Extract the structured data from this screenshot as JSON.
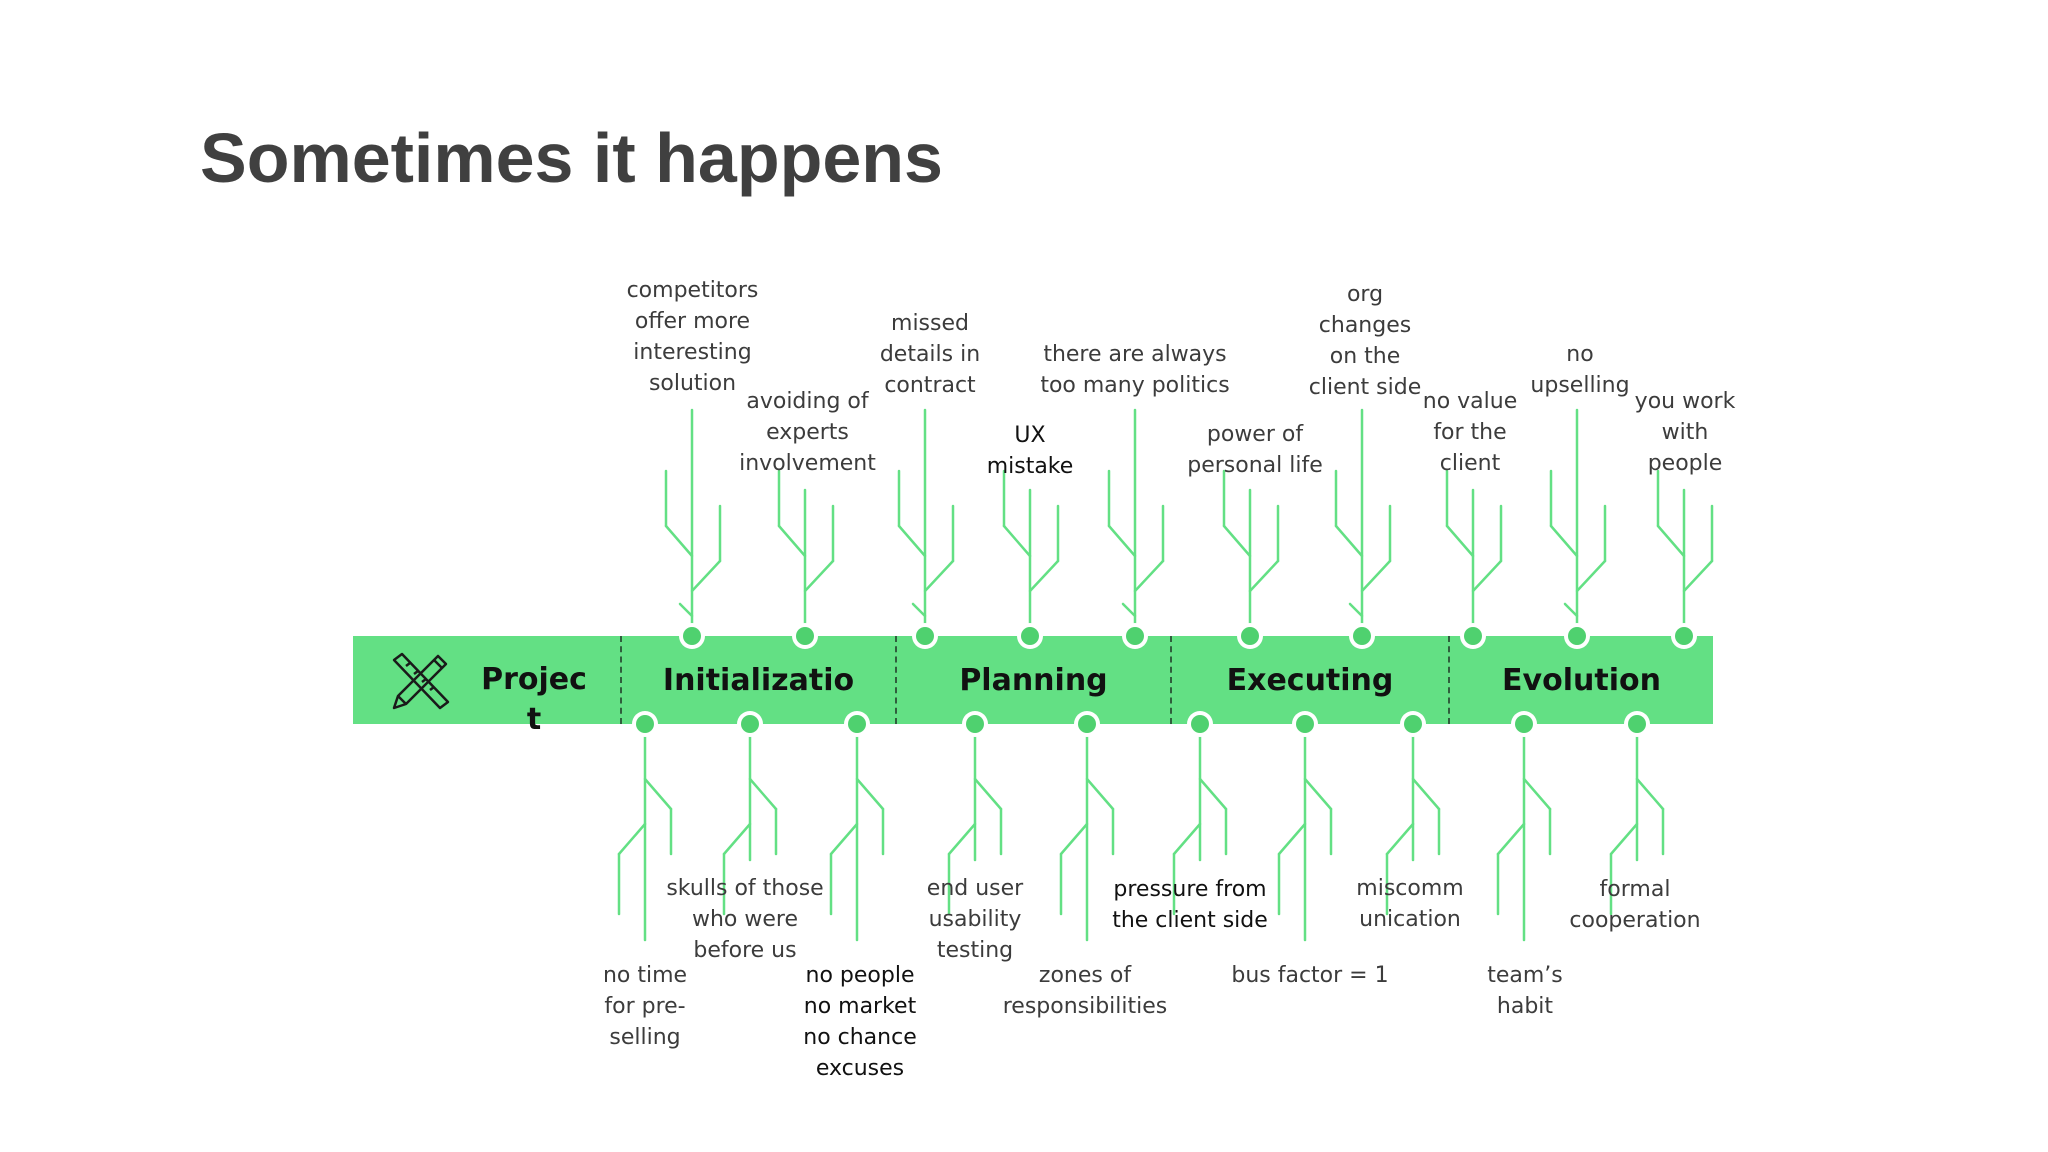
{
  "slide": {
    "title": "Sometimes it happens",
    "colors": {
      "band": "#63e084",
      "branch": "#63e084",
      "node_outer": "#ffffff",
      "node_inner": "#4fd16f",
      "title": "#404040"
    },
    "logo_icon": "pencil-ruler-icon",
    "stages": [
      {
        "id": "project",
        "label": "Project"
      },
      {
        "id": "initialization",
        "label": "Initializatio"
      },
      {
        "id": "planning",
        "label": "Planning"
      },
      {
        "id": "executing",
        "label": "Executing"
      },
      {
        "id": "evolution",
        "label": "Evolution"
      }
    ],
    "top_causes": [
      {
        "text": "competitors\noffer more\ninteresting\nsolution"
      },
      {
        "text": "avoiding of\nexperts\ninvolvement"
      },
      {
        "text": "missed\ndetails in\ncontract"
      },
      {
        "text": "UX\nmistake"
      },
      {
        "text": "there are always\ntoo many  politics"
      },
      {
        "text": "power of\npersonal life"
      },
      {
        "text": "org\nchanges\non the\nclient side"
      },
      {
        "text": "no value\nfor the\nclient"
      },
      {
        "text": "no\nupselling"
      },
      {
        "text": "you work\nwith\npeople"
      }
    ],
    "bottom_causes": [
      {
        "text": "no time\nfor pre-\nselling"
      },
      {
        "text": "skulls of those\nwho were\nbefore us"
      },
      {
        "text": "no people\nno market\nno chance\nexcuses"
      },
      {
        "text": "end user\nusability\ntesting"
      },
      {
        "text": "zones of\nresponsibilities"
      },
      {
        "text": "pressure from\nthe client side"
      },
      {
        "text": "bus factor = 1"
      },
      {
        "text": "miscomm\nunication"
      },
      {
        "text": "team’s\nhabit"
      },
      {
        "text": "formal\ncooperation"
      }
    ]
  }
}
